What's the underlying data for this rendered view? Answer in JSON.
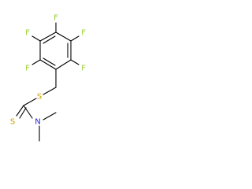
{
  "molecule": {
    "atoms": {
      "f_top": {
        "symbol": "F",
        "color": "#9acd32"
      },
      "f_upper_left": {
        "symbol": "F",
        "color": "#9acd32"
      },
      "f_upper_right": {
        "symbol": "F",
        "color": "#9acd32"
      },
      "f_lower_left": {
        "symbol": "F",
        "color": "#9acd32"
      },
      "f_lower_right": {
        "symbol": "F",
        "color": "#9acd32"
      },
      "s_thioether": {
        "symbol": "S",
        "color": "#c8a000"
      },
      "s_thione": {
        "symbol": "S",
        "color": "#c8a000"
      },
      "n_amine": {
        "symbol": "N",
        "color": "#1e1ee6"
      }
    }
  }
}
